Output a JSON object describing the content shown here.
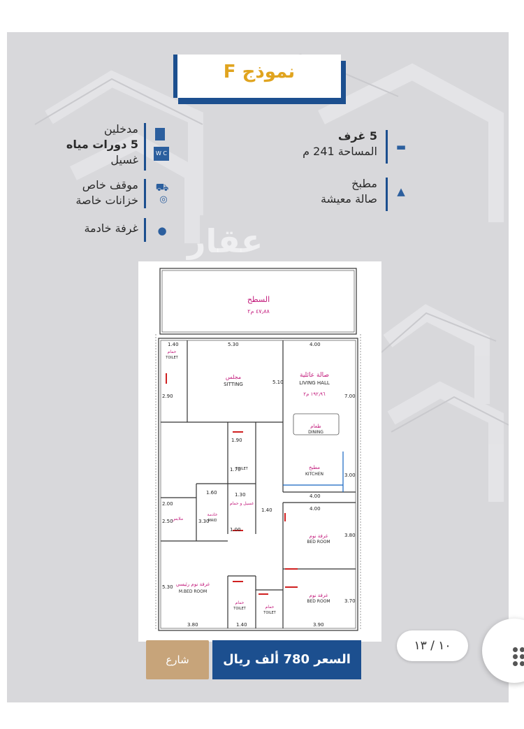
{
  "title": "نموذج F",
  "watermark": "عقار",
  "features_right": [
    {
      "icon": "bed-icon",
      "lines": [
        "5 غرف",
        "المساحة 241 م"
      ]
    },
    {
      "icon": "kitchen-icon",
      "lines": [
        "مطبخ",
        "صالة معيشة"
      ]
    }
  ],
  "features_left": [
    {
      "icon": "entrance-wc-icon",
      "lines": [
        "مدخلين",
        "5 دورات مياه",
        "غسيل"
      ]
    },
    {
      "icon": "parking-icon",
      "lines": [
        "موقف خاص",
        "خزانات خاصة"
      ]
    },
    {
      "icon": "maid-icon",
      "lines": [
        "غرفة خادمة"
      ]
    }
  ],
  "plan": {
    "roof": "السطح",
    "roof_area": "٤٧٫٨٨ م٢",
    "living_ar": "صالة عائلية",
    "living_en": "LIVING HALL",
    "living_area": "١٩٢٫٩٦ م٢",
    "sitting_ar": "مجلس",
    "sitting_en": "SITTING",
    "dining_ar": "طعام",
    "dining_en": "DINING",
    "kitchen_ar": "مطبخ",
    "kitchen_en": "KITCHEN",
    "toilet_ar": "حمام",
    "toilet_en": "TOILET",
    "laundry_ar": "غسيل و حمام",
    "maid_ar": "خادمة",
    "maid_en": "MAID",
    "closet_ar": "ملابس",
    "bed_ar": "غرفة نوم",
    "bed_en": "BED ROOM",
    "mbed_ar": "غرفة نوم رئيسي",
    "mbed_en": "M.BED ROOM",
    "dims": {
      "d140a": "1.40",
      "d530": "5.30",
      "d400a": "4.00",
      "d290": "2.90",
      "d510": "5.10",
      "d700": "7.00",
      "d190": "1.90",
      "d170": "1.70",
      "d300": "3.00",
      "d400b": "4.00",
      "d400c": "4.00",
      "d160": "1.60",
      "d130": "1.30",
      "d200": "2.00",
      "d250": "2.50",
      "d330": "3.30",
      "d100": "1.00",
      "d140b": "1.40",
      "d380a": "3.80",
      "d530b": "5.30",
      "d370": "3.70",
      "d380b": "3.80",
      "d140c": "1.40",
      "d390": "3.90"
    }
  },
  "share_label": "شارع",
  "price_label": "السعر 780 ألف ريال",
  "pager": "١٠ / ١٣"
}
